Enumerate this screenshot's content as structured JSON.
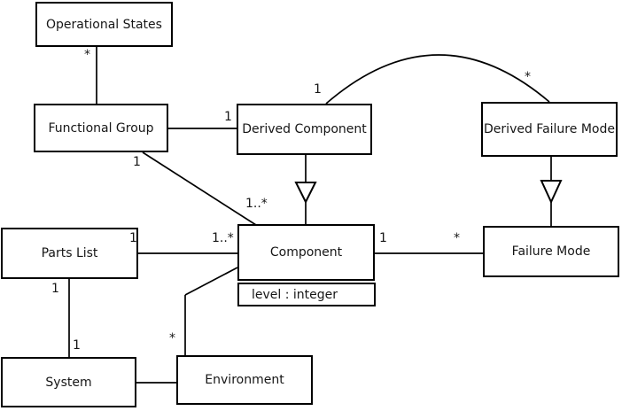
{
  "diagram": {
    "kind": "uml-class-diagram",
    "background_color": "#ffffff",
    "line_color": "#000000",
    "box_fill_color": "#ffffff",
    "classes": {
      "operational_states": {
        "name": "Operational States"
      },
      "functional_group": {
        "name": "Functional Group"
      },
      "derived_component": {
        "name": "Derived Component"
      },
      "derived_failure_mode": {
        "name": "Derived Failure Mode"
      },
      "parts_list": {
        "name": "Parts List"
      },
      "component": {
        "name": "Component",
        "attributes": [
          "level : integer"
        ]
      },
      "failure_mode": {
        "name": "Failure Mode"
      },
      "system": {
        "name": "System"
      },
      "environment": {
        "name": "Environment"
      }
    },
    "relationships": [
      {
        "from": "Operational States",
        "to": "Functional Group",
        "type": "association",
        "from_label": "*",
        "to_label": ""
      },
      {
        "from": "Functional Group",
        "to": "Derived Component",
        "type": "association",
        "from_label": "",
        "to_label": "1"
      },
      {
        "from": "Functional Group",
        "to": "Component",
        "type": "association",
        "from_label": "1",
        "to_label": "1..*"
      },
      {
        "from": "Derived Component",
        "to": "Derived Failure Mode",
        "type": "association-arc",
        "from_label": "1",
        "to_label": "*"
      },
      {
        "from": "Derived Component",
        "to": "Component",
        "type": "generalization",
        "from_label": "",
        "to_label": ""
      },
      {
        "from": "Derived Failure Mode",
        "to": "Failure Mode",
        "type": "generalization",
        "from_label": "",
        "to_label": ""
      },
      {
        "from": "Parts List",
        "to": "Component",
        "type": "association",
        "from_label": "1",
        "to_label": "1..*"
      },
      {
        "from": "Component",
        "to": "Failure Mode",
        "type": "association",
        "from_label": "1",
        "to_label": "*"
      },
      {
        "from": "Parts List",
        "to": "System",
        "type": "association",
        "from_label": "1",
        "to_label": "1"
      },
      {
        "from": "System",
        "to": "Environment",
        "type": "association",
        "from_label": "",
        "to_label": ""
      },
      {
        "from": "Environment",
        "to": "Component",
        "type": "association",
        "from_label": "*",
        "to_label": ""
      }
    ]
  }
}
